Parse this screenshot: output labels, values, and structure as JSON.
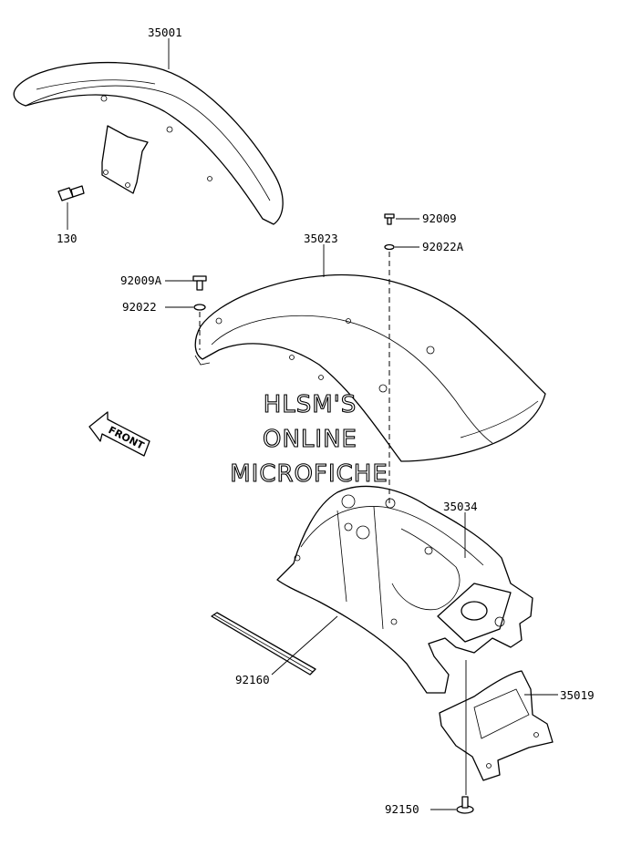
{
  "diagram": {
    "labels": {
      "p35001": "35001",
      "p130": "130",
      "p92009": "92009",
      "p92022A": "92022A",
      "p35023": "35023",
      "p92009A": "92009A",
      "p92022": "92022",
      "p35034": "35034",
      "p92160": "92160",
      "p35019": "35019",
      "p92150": "92150"
    },
    "front_arrow": "FRONT",
    "watermark": [
      "HLSM'S",
      "ONLINE",
      "MICROFICHE"
    ]
  }
}
